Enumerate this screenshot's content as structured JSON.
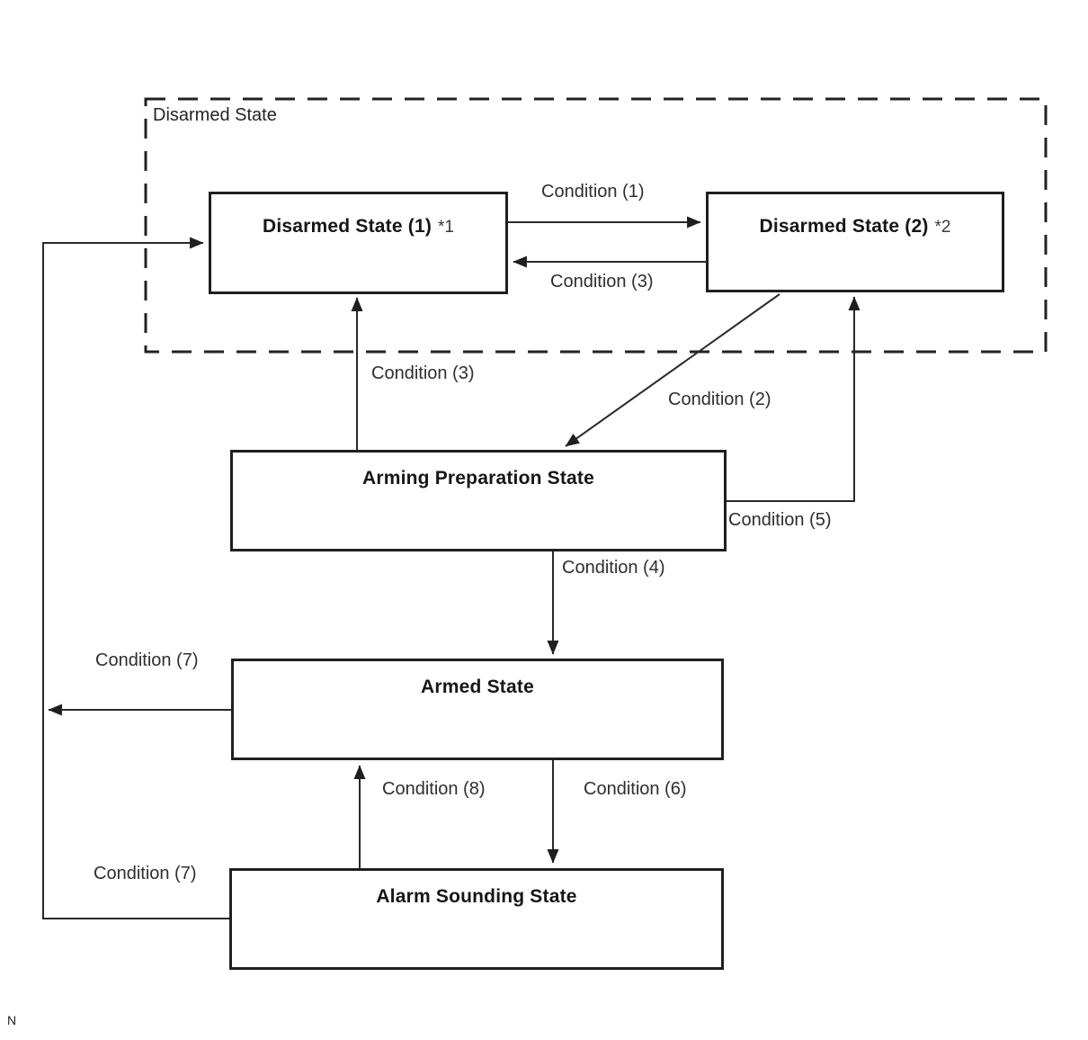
{
  "diagram": {
    "page_marker": "N",
    "container": {
      "label": "Disarmed State"
    },
    "states": [
      {
        "id": "disarmed-1",
        "title": "Disarmed State (1)",
        "suffix": "*1"
      },
      {
        "id": "disarmed-2",
        "title": "Disarmed State (2)",
        "suffix": "*2"
      },
      {
        "id": "arming-preparation",
        "title": "Arming Preparation State"
      },
      {
        "id": "armed",
        "title": "Armed State"
      },
      {
        "id": "alarm-sounding",
        "title": "Alarm Sounding State"
      }
    ],
    "transitions": [
      {
        "label": "Condition (1)",
        "from": "disarmed-1",
        "to": "disarmed-2"
      },
      {
        "label": "Condition (3)",
        "from": "disarmed-2",
        "to": "disarmed-1"
      },
      {
        "label": "Condition (3)",
        "from": "arming-preparation",
        "to": "disarmed-1"
      },
      {
        "label": "Condition (2)",
        "from": "disarmed-2",
        "to": "arming-preparation"
      },
      {
        "label": "Condition (5)",
        "from": "arming-preparation",
        "to": "disarmed-2"
      },
      {
        "label": "Condition (4)",
        "from": "arming-preparation",
        "to": "armed"
      },
      {
        "label": "Condition (7)",
        "from": "armed",
        "to": "disarmed-1"
      },
      {
        "label": "Condition (8)",
        "from": "alarm-sounding",
        "to": "armed"
      },
      {
        "label": "Condition (6)",
        "from": "armed",
        "to": "alarm-sounding"
      },
      {
        "label": "Condition (7)",
        "from": "alarm-sounding",
        "to": "disarmed-1"
      }
    ],
    "colors": {
      "line": "#2a2a2a",
      "box_border": "#1f1f1f",
      "background": "#ffffff"
    }
  }
}
